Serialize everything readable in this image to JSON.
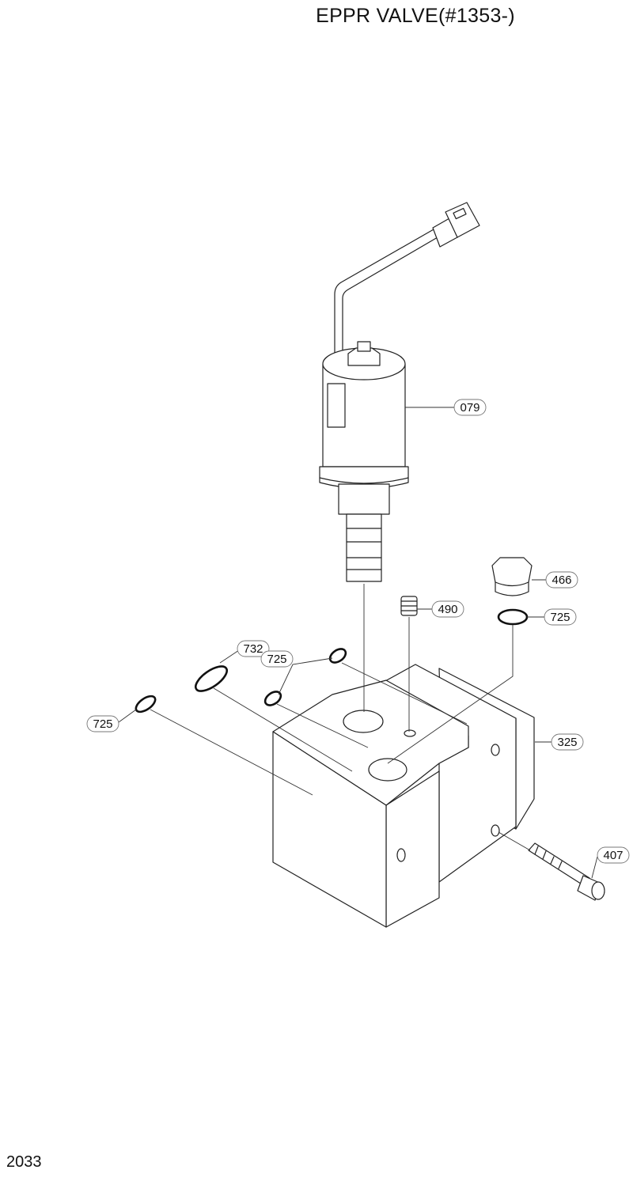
{
  "title": "EPPR VALVE(#1353-)",
  "page_number": "2033",
  "callouts": [
    {
      "id": "c079",
      "label": "079"
    },
    {
      "id": "c466",
      "label": "466"
    },
    {
      "id": "c490",
      "label": "490"
    },
    {
      "id": "c725a",
      "label": "725"
    },
    {
      "id": "c732",
      "label": "732"
    },
    {
      "id": "c725b",
      "label": "725"
    },
    {
      "id": "c725c",
      "label": "725"
    },
    {
      "id": "c325",
      "label": "325"
    },
    {
      "id": "c407",
      "label": "407"
    }
  ]
}
